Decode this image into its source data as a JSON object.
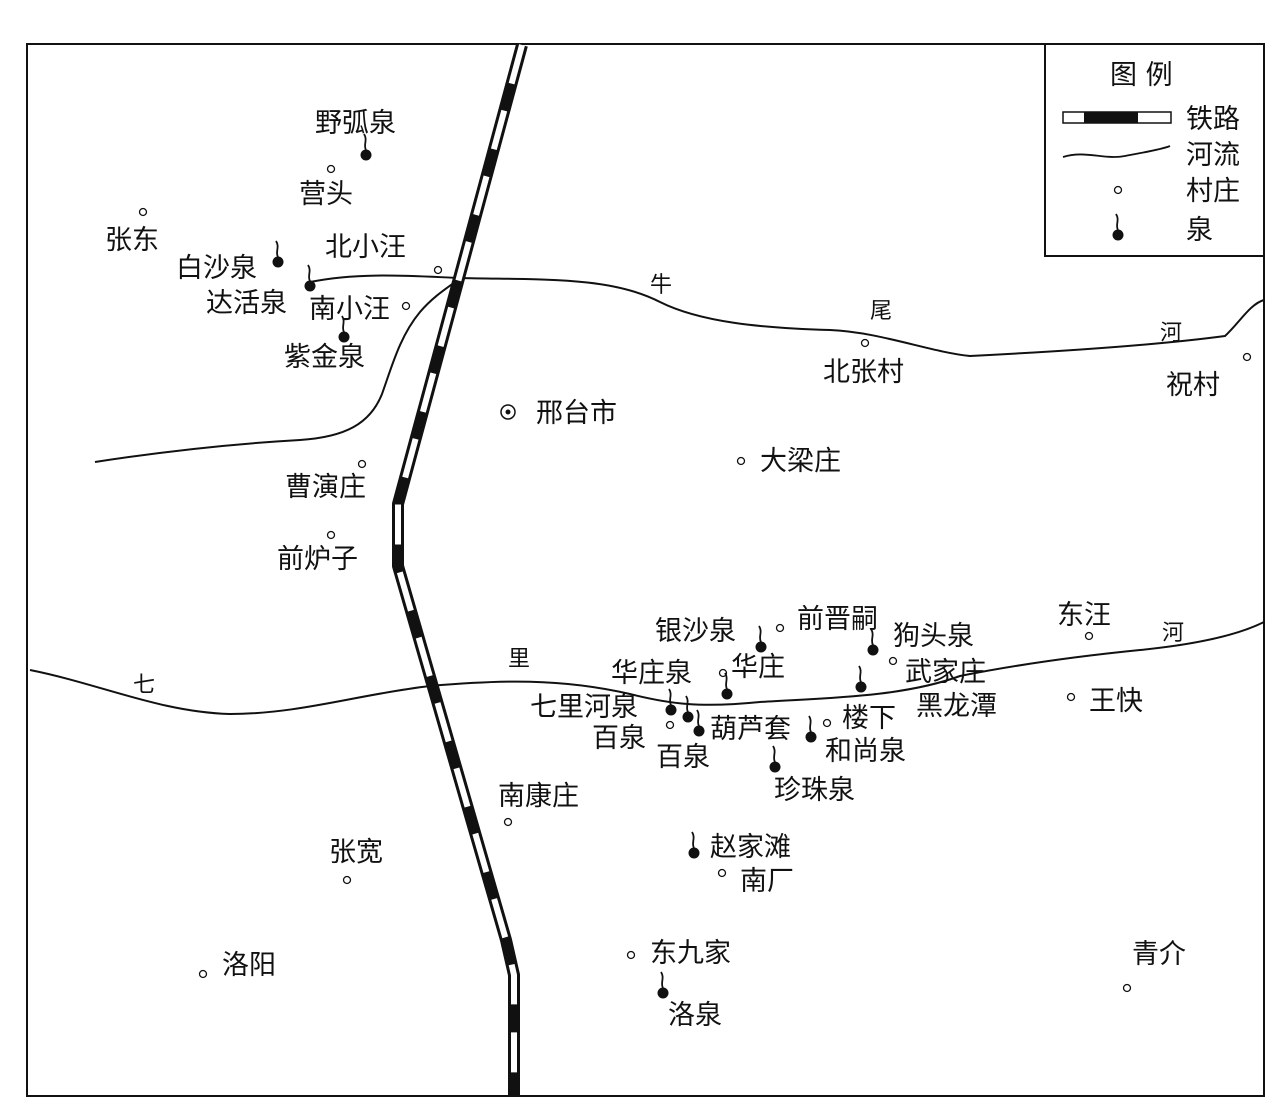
{
  "city": {
    "name": "邢台市"
  },
  "villages": [
    "营头",
    "张东",
    "北小汪",
    "南小汪",
    "北张村",
    "祝村",
    "大梁庄",
    "曹演庄",
    "前炉子",
    "前晋嗣",
    "华庄",
    "武家庄",
    "东汪",
    "王快",
    "百泉",
    "楼下",
    "南康庄",
    "张宽",
    "南厂",
    "洛阳",
    "东九家",
    "青介"
  ],
  "springs": [
    "野弧泉",
    "白沙泉",
    "达活泉",
    "紫金泉",
    "银沙泉",
    "狗头泉",
    "华庄泉",
    "黑龙潭",
    "七里河泉",
    "百泉",
    "葫芦套",
    "和尚泉",
    "珍珠泉",
    "赵家滩",
    "洛泉"
  ],
  "rivers": {
    "niuwei": [
      "牛",
      "尾",
      "河"
    ],
    "qili": [
      "七",
      "里",
      "河"
    ]
  },
  "legend": {
    "title": "图  例",
    "railway": "铁路",
    "river": "河流",
    "village": "村庄",
    "spring": "泉"
  }
}
